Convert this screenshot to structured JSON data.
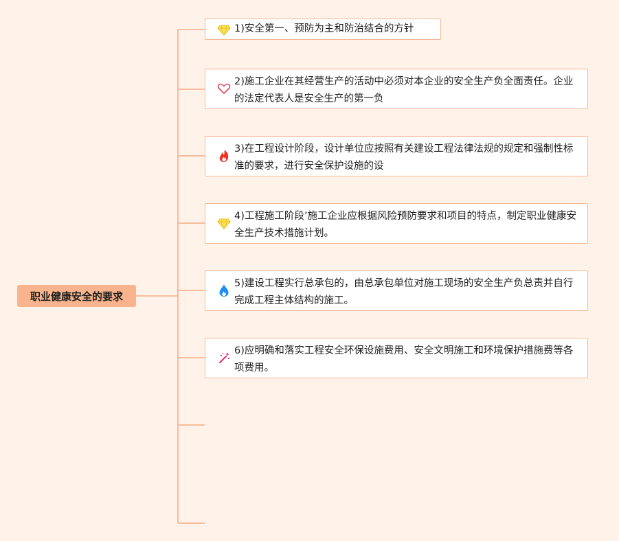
{
  "mindmap": {
    "root": "职业健康安全的要求",
    "colors": {
      "background": "#fff2e8",
      "root_fill": "#f9b48d",
      "connector": "#f6a988",
      "node_border": "#f6b694"
    },
    "items": [
      {
        "text": "1)安全第一、预防为主和防治结合的方针",
        "icon": "diamond-icon"
      },
      {
        "text": "2)施工企业在其经营生产的活动中必须对本企业的安全生产负全面责任。企业的法定代表人是安全生产的第一负",
        "icon": "heart-icon"
      },
      {
        "text": "3)在工程设计阶段，设计单位应按照有关建设工程法律法规的规定和强制性标准的要求，进行安全保护设施的设",
        "icon": "fire-icon"
      },
      {
        "text": "4)工程施工阶段’施工企业应根据风险预防要求和项目的特点，制定职业健康安全生产技术措施计划。",
        "icon": "diamond-icon"
      },
      {
        "text": "5)建设工程实行总承包的，由总承包单位对施工现场的安全生产负总责并自行完成工程主体结构的施工。",
        "icon": "water-drop-icon"
      },
      {
        "text": "6)应明确和落实工程安全环保设施费用、安全文明施工和环境保护措施费等各项费用。",
        "icon": "magic-wand-icon"
      }
    ]
  }
}
